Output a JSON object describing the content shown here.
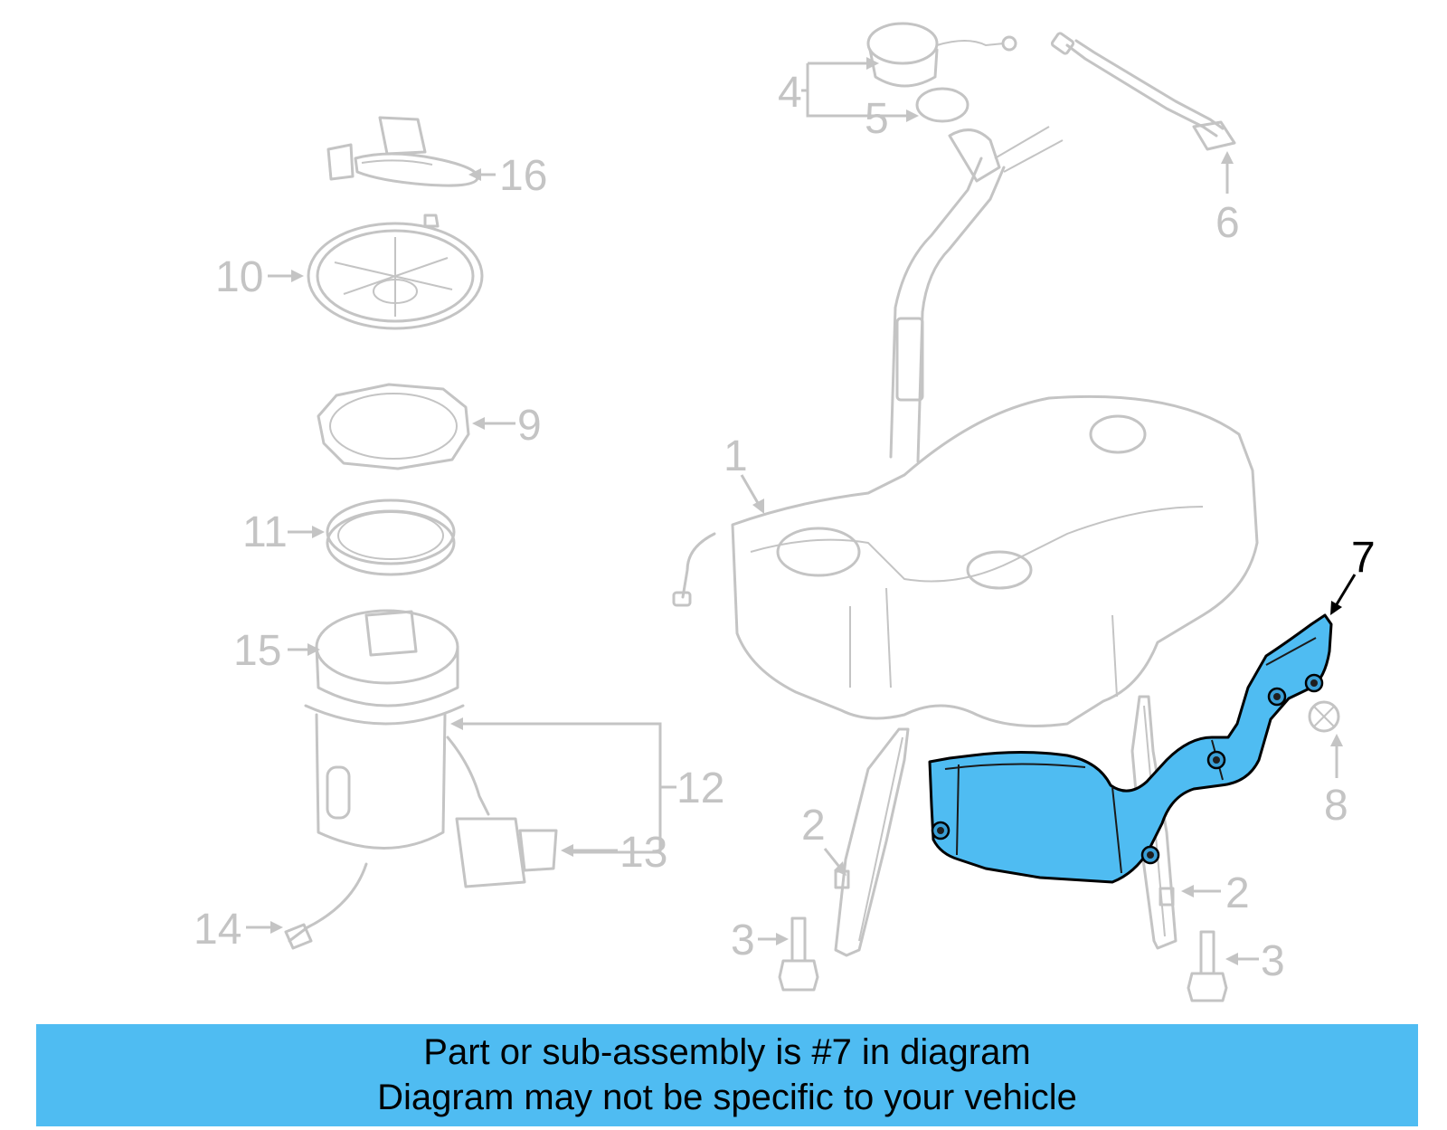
{
  "callouts": {
    "n1": "1",
    "n2a": "2",
    "n2b": "2",
    "n3a": "3",
    "n3b": "3",
    "n4": "4",
    "n5": "5",
    "n6": "6",
    "n7": "7",
    "n8": "8",
    "n9": "9",
    "n10": "10",
    "n11": "11",
    "n12": "12",
    "n13": "13",
    "n14": "14",
    "n15": "15",
    "n16": "16"
  },
  "highlighted_part": "7",
  "colors": {
    "highlight_fill": "#4fbcf2",
    "ghost_line": "#c4c4c4",
    "highlight_label": "#000000"
  },
  "banner": {
    "line1": "Part or sub-assembly is #7 in diagram",
    "line2": "Diagram may not be specific to your vehicle"
  }
}
